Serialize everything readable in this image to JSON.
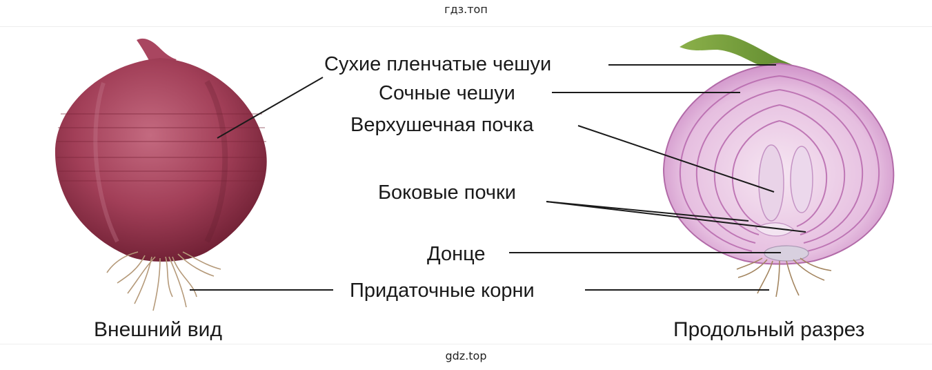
{
  "watermark_top": "гдз.топ",
  "watermark_bottom": "gdz.top",
  "labels": {
    "dry_scales": "Сухие пленчатые чешуи",
    "juicy_scales": "Сочные чешуи",
    "apical_bud": "Верхушечная почка",
    "lateral_buds": "Боковые почки",
    "bottom": "Донце",
    "adventitious_roots": "Придаточные корни"
  },
  "captions": {
    "external": "Внешний вид",
    "section": "Продольный разрез"
  }
}
